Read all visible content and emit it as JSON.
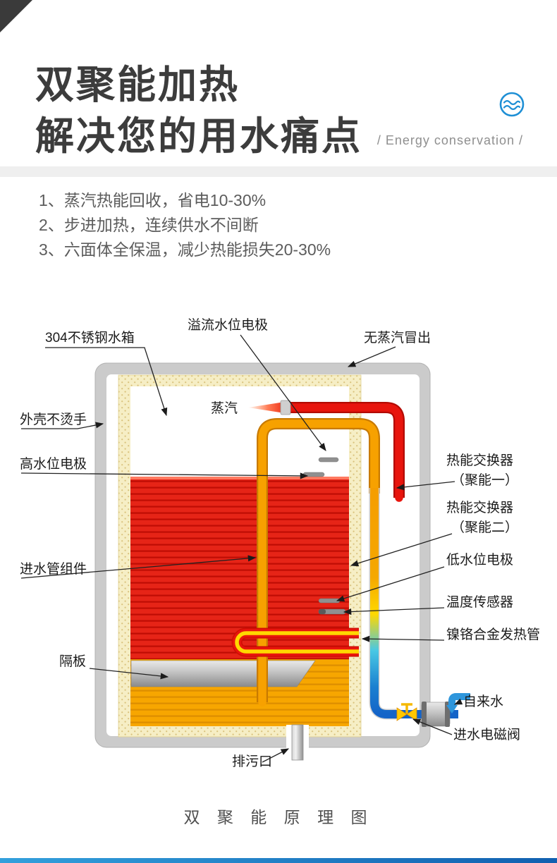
{
  "header": {
    "title_line1": "双聚能加热",
    "title_line2": "解决您的用水痛点",
    "subtitle": "/ Energy conservation /",
    "accent_color": "#1e8fd5"
  },
  "icons": {
    "wave_icon": "water-wave-icon",
    "corner_fold": "page-corner-mark"
  },
  "features": {
    "items": [
      "1、蒸汽热能回收，省电10-30%",
      "2、步进加热，连续供水不间断",
      "3、六面体全保温，减少热能损失20-30%"
    ]
  },
  "diagram": {
    "labels": {
      "tank": "304不锈钢水箱",
      "overflow_electrode": "溢流水位电极",
      "no_steam": "无蒸汽冒出",
      "shell": "外壳不烫手",
      "steam": "蒸汽",
      "high_electrode": "高水位电极",
      "exchanger1_line1": "热能交换器",
      "exchanger1_line2": "（聚能一）",
      "exchanger2_line1": "热能交换器",
      "exchanger2_line2": "（聚能二）",
      "low_electrode": "低水位电极",
      "temp_sensor": "温度传感器",
      "heater_tube": "镍铬合金发热管",
      "inlet_pipe": "进水管组件",
      "partition": "隔板",
      "tap_water": "自来水",
      "inlet_valve": "进水电磁阀",
      "drain": "排污口"
    },
    "colors": {
      "hot_red": "#e8150d",
      "warm_orange": "#f7a100",
      "cold_blue": "#1464c8",
      "cyan": "#49c8e4",
      "insulation": "#f6eec5",
      "shell_gray": "#cbcbcb"
    }
  },
  "footer": {
    "caption": "双 聚 能 原 理 图"
  }
}
